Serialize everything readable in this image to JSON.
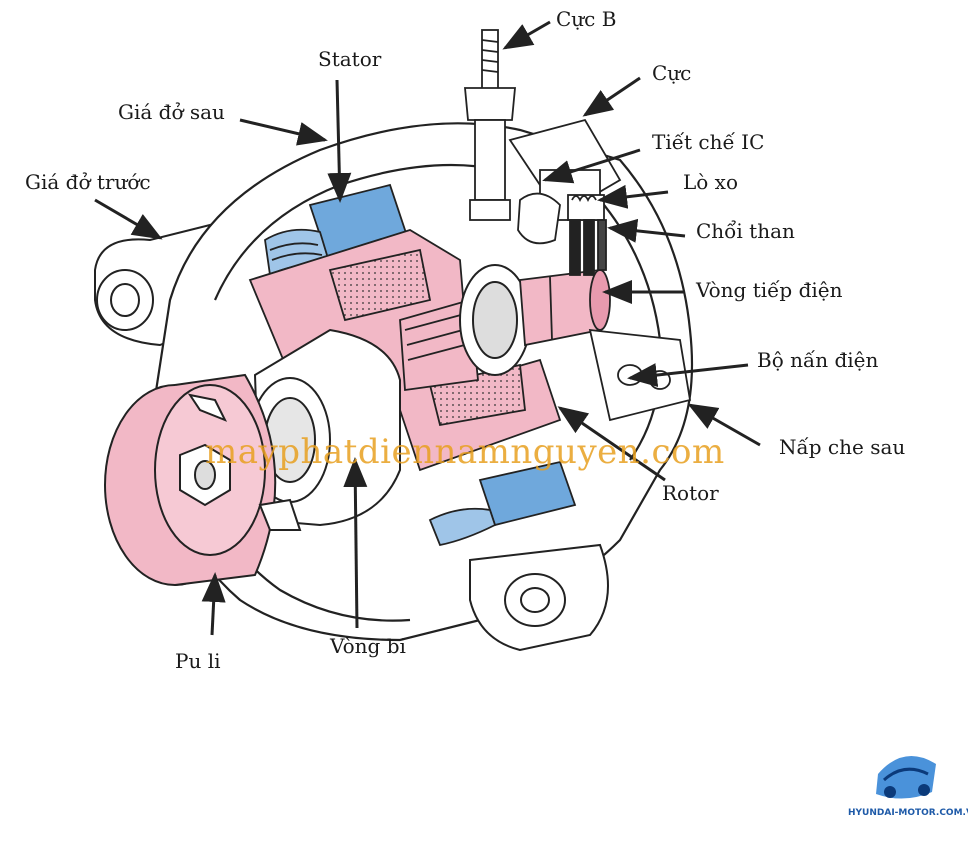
{
  "labels": {
    "cuc_b": "Cực B",
    "stator": "Stator",
    "cuc": "Cực",
    "gia_do_sau": "Giá đở sau",
    "tiet_che_ic": "Tiết chế IC",
    "gia_do_truoc": "Giá đở trước",
    "lo_xo": "Lò xo",
    "choi_than": "Chổi than",
    "vong_tiep_dien": "Vòng tiếp điện",
    "bo_nan_dien": "Bộ nấn điện",
    "nap_che_sau": "Nấp che sau",
    "rotor": "Rotor",
    "pu_li": "Pu li",
    "vong_bi": "Vòng bi"
  },
  "watermark": "mayphatdiennamnguyen.com",
  "logo_text": "HYUNDAI-MOTOR.COM.VN",
  "colors": {
    "pink": "#f2b8c6",
    "blue": "#6fa8dc",
    "line": "#222222",
    "watermark": "#e8a020",
    "logo": "#1e5aa8"
  }
}
